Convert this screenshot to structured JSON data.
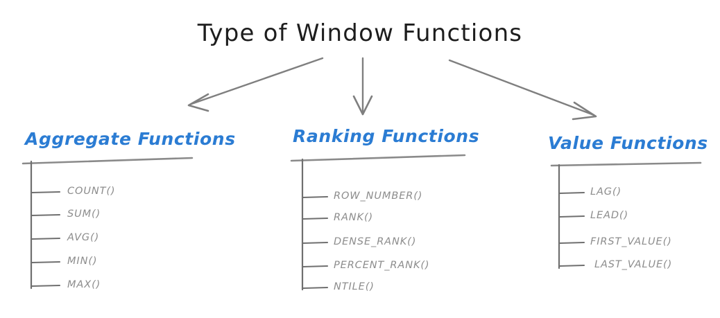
{
  "diagram": {
    "title": "Type of Window Functions",
    "background_color": "#ffffff",
    "heading_color": "#2b7cd3",
    "leaf_color": "#8c8c8c",
    "line_color": "#7a7a7a",
    "title_color": "#1d1d1d",
    "branches": [
      {
        "id": "aggregate",
        "heading": "Aggregate Functions",
        "items": [
          {
            "label": "COUNT()"
          },
          {
            "label": "SUM()"
          },
          {
            "label": "AVG()"
          },
          {
            "label": "MIN()"
          },
          {
            "label": "MAX()"
          }
        ]
      },
      {
        "id": "ranking",
        "heading": "Ranking Functions",
        "items": [
          {
            "label": "ROW_NUMBER()"
          },
          {
            "label": "RANK()"
          },
          {
            "label": "DENSE_RANK()"
          },
          {
            "label": "PERCENT_RANK()"
          },
          {
            "label": "NTILE()"
          }
        ]
      },
      {
        "id": "value",
        "heading": "Value Functions",
        "items": [
          {
            "label": "LAG()"
          },
          {
            "label": "LEAD()"
          },
          {
            "label": "FIRST_VALUE()"
          },
          {
            "label": "LAST_VALUE()"
          }
        ]
      }
    ],
    "connectors": [
      {
        "name": "arrow-to-aggregate",
        "direction": "down-left"
      },
      {
        "name": "arrow-to-ranking",
        "direction": "down"
      },
      {
        "name": "arrow-to-value",
        "direction": "down-right"
      }
    ]
  }
}
